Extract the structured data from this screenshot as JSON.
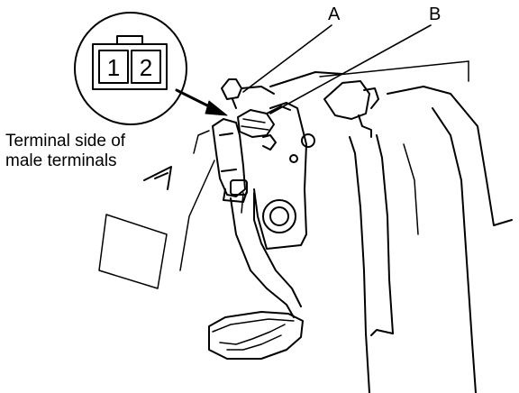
{
  "callouts": {
    "a": "A",
    "b": "B"
  },
  "connector_view": {
    "caption_line1": "Terminal side of",
    "caption_line2": "male terminals",
    "terminal_1": "1",
    "terminal_2": "2"
  },
  "colors": {
    "line": "#000000",
    "background": "#ffffff"
  }
}
